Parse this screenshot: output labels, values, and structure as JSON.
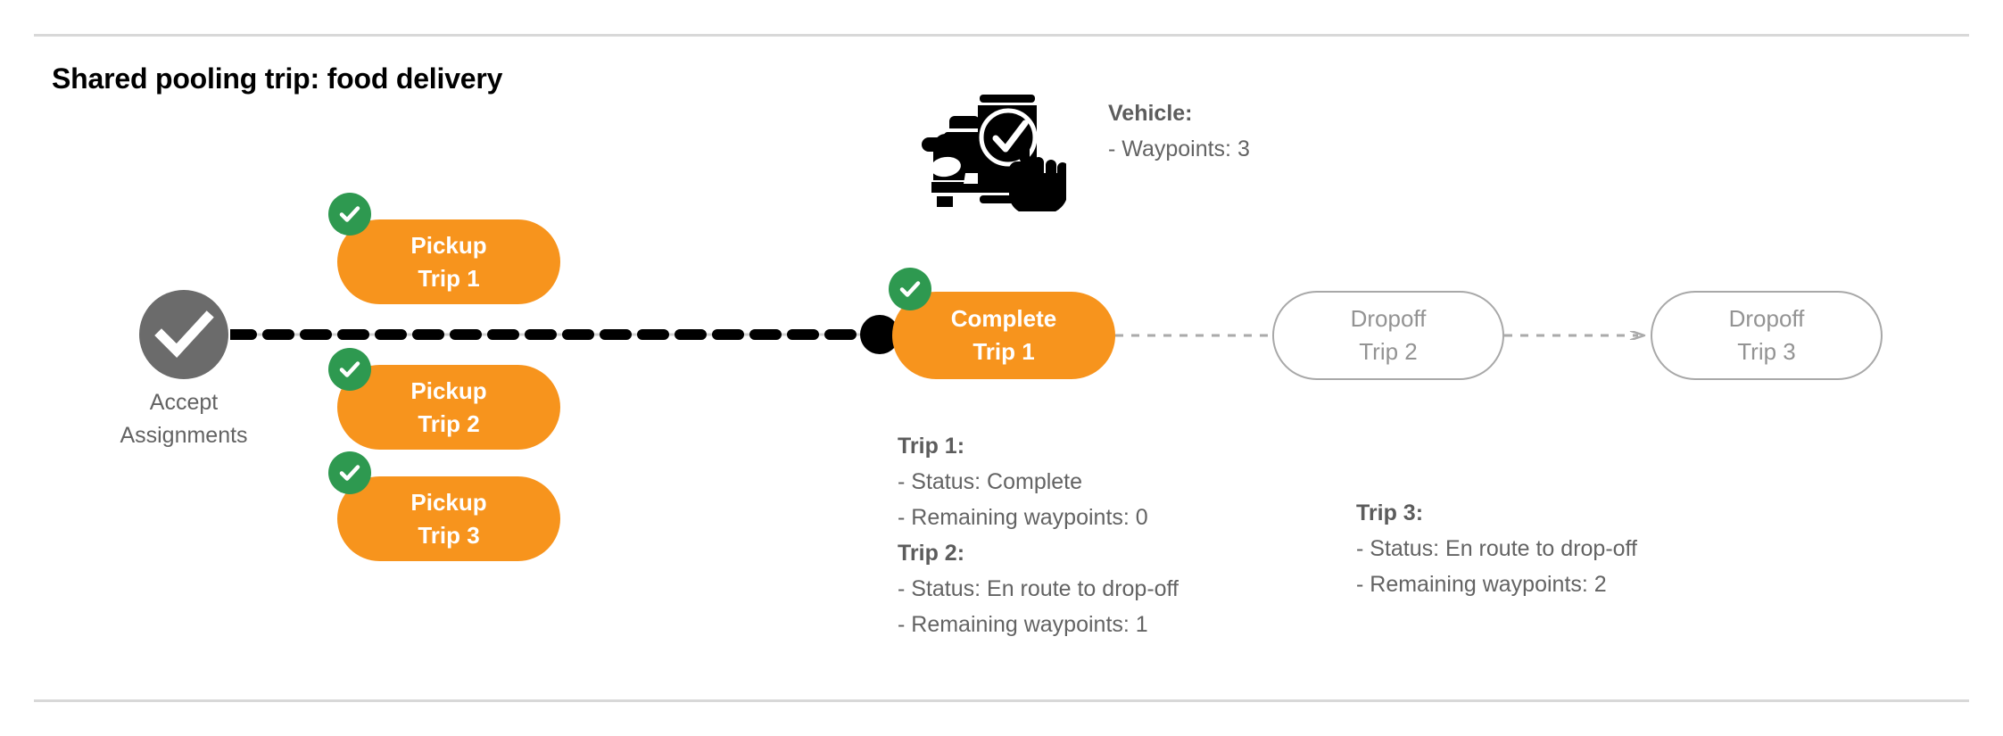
{
  "page": {
    "title": "Shared pooling trip: food delivery",
    "background": "#ffffff",
    "rule_color": "#d8d8d8"
  },
  "colors": {
    "orange": "#f7941d",
    "green": "#2e9950",
    "grey_node": "#6b6b6b",
    "grey_outline": "#a8a8a8",
    "grey_text": "#636363",
    "black": "#000000",
    "white": "#ffffff"
  },
  "start_node": {
    "icon": "check-circle-icon",
    "label_line1": "Accept",
    "label_line2": "Assignments"
  },
  "pickups": [
    {
      "name": "pickup-trip-1",
      "line1": "Pickup",
      "line2": "Trip 1",
      "completed": true,
      "badge": "green-check-badge"
    },
    {
      "name": "pickup-trip-2",
      "line1": "Pickup",
      "line2": "Trip 2",
      "completed": true,
      "badge": "green-check-badge"
    },
    {
      "name": "pickup-trip-3",
      "line1": "Pickup",
      "line2": "Trip 3",
      "completed": true,
      "badge": "green-check-badge"
    }
  ],
  "milestones": [
    {
      "name": "complete-trip-1",
      "line1": "Complete",
      "line2": "Trip 1",
      "state": "active",
      "completed": true,
      "badge": "green-check-badge"
    },
    {
      "name": "dropoff-trip-2",
      "line1": "Dropoff",
      "line2": "Trip 2",
      "state": "pending",
      "completed": false
    },
    {
      "name": "dropoff-trip-3",
      "line1": "Dropoff",
      "line2": "Trip 3",
      "state": "pending",
      "completed": false
    }
  ],
  "vehicle": {
    "icon": "car-phone-check-icon",
    "heading": "Vehicle",
    "heading_suffix": ":",
    "rows": [
      "- Waypoints: 3"
    ]
  },
  "trip_details_left": [
    {
      "heading": "Trip 1",
      "heading_suffix": ":",
      "rows": [
        "- Status:  Complete",
        "- Remaining waypoints: 0"
      ]
    },
    {
      "heading": "Trip 2",
      "heading_suffix": ":",
      "rows": [
        "- Status:  En route to drop-off",
        "- Remaining waypoints: 1"
      ]
    }
  ],
  "trip_details_right": [
    {
      "heading": "Trip 3",
      "heading_suffix": ":",
      "rows": [
        "- Status:  En route to drop-off",
        "- Remaining waypoints: 2"
      ]
    }
  ]
}
